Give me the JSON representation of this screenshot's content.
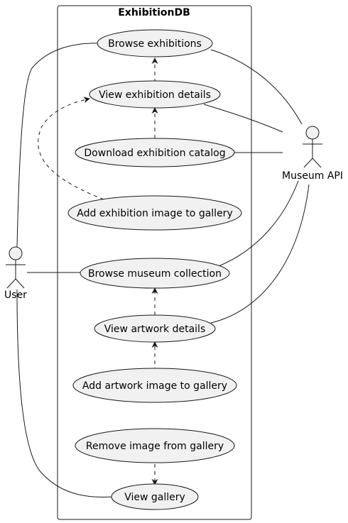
{
  "system": {
    "title": "ExhibitionDB"
  },
  "actors": {
    "user": {
      "label": "User"
    },
    "museum_api": {
      "label": "Museum API"
    }
  },
  "use_cases": {
    "browse_exhibitions": "Browse exhibitions",
    "view_exhibition_details": "View exhibition details",
    "download_exhibition_catalog": "Download exhibition catalog",
    "add_exhibition_image": "Add exhibition image to gallery",
    "browse_museum_collection": "Browse museum collection",
    "view_artwork_details": "View artwork details",
    "add_artwork_image": "Add artwork image to gallery",
    "remove_image": "Remove image from gallery",
    "view_gallery": "View gallery"
  },
  "relations": {
    "associations": [
      [
        "user",
        "browse_exhibitions"
      ],
      [
        "user",
        "browse_museum_collection"
      ],
      [
        "user",
        "view_gallery"
      ],
      [
        "museum_api",
        "browse_exhibitions"
      ],
      [
        "museum_api",
        "view_exhibition_details"
      ],
      [
        "museum_api",
        "download_exhibition_catalog"
      ],
      [
        "museum_api",
        "browse_museum_collection"
      ],
      [
        "museum_api",
        "view_artwork_details"
      ]
    ],
    "dependencies": [
      [
        "view_exhibition_details",
        "browse_exhibitions"
      ],
      [
        "download_exhibition_catalog",
        "view_exhibition_details"
      ],
      [
        "add_exhibition_image",
        "view_exhibition_details"
      ],
      [
        "view_artwork_details",
        "browse_museum_collection"
      ],
      [
        "add_artwork_image",
        "view_artwork_details"
      ],
      [
        "remove_image",
        "view_gallery"
      ]
    ]
  },
  "colors": {
    "usecase_fill": "#f1f1f1",
    "stroke": "#181818",
    "background": "#ffffff"
  }
}
